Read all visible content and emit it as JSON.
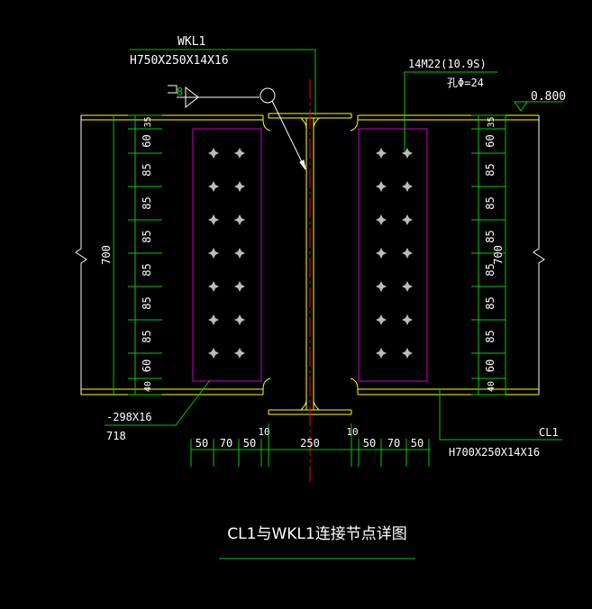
{
  "drawing": {
    "title": "CL1与WKL1连接节点详图",
    "colors": {
      "background": "#000000",
      "steel": "#ffff00",
      "plate": "#cc00cc",
      "dimension": "#00cc00",
      "text": "#ffffff",
      "centerline": "#ff0000",
      "bolt": "#bbbbbb"
    }
  },
  "labels": {
    "wkl1_name": "WKL1",
    "wkl1_section": "H750X250X14X16",
    "bolt_spec": "14M22(10.9S)",
    "hole_spec": "孔Φ=24",
    "elevation": "0.800",
    "weld_mark": "8",
    "plate_spec": "-298X16",
    "plate_length": "718",
    "cl1_name": "CL1",
    "cl1_section": "H700X250X14X16"
  },
  "dimensions": {
    "height": "700",
    "vertical_left": [
      "35",
      "60",
      "85",
      "85",
      "85",
      "85",
      "85",
      "85",
      "60",
      "40"
    ],
    "vertical_right": [
      "35",
      "60",
      "85",
      "85",
      "85",
      "85",
      "85",
      "85",
      "60",
      "40"
    ],
    "bottom_left": [
      "50",
      "70",
      "50"
    ],
    "gap_left": "10",
    "center": "250",
    "gap_right": "10",
    "bottom_right": [
      "50",
      "70",
      "50"
    ]
  }
}
